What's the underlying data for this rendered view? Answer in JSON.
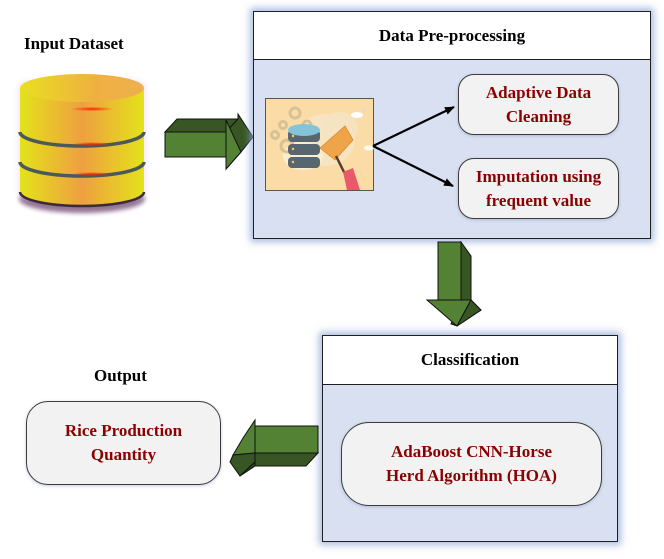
{
  "diagram": {
    "input": {
      "title": "Input Dataset",
      "icon": "database-icon"
    },
    "preprocessing": {
      "title": "Data Pre-processing",
      "illustration": "data-cleaning-illustration",
      "steps": [
        {
          "line1": "Adaptive Data",
          "line2": "Cleaning"
        },
        {
          "line1": "Imputation using",
          "line2": "frequent value"
        }
      ]
    },
    "classification": {
      "title": "Classification",
      "method": {
        "line1": "AdaBoost CNN-Horse",
        "line2": "Herd Algorithm (HOA)"
      }
    },
    "output": {
      "title": "Output",
      "result": {
        "line1": "Rice Production",
        "line2": "Quantity"
      }
    },
    "colors": {
      "node_text": "#8b0000",
      "panel_fill": "#d9e0f1",
      "panel_glow": "#8fa8d7",
      "arrow_face": "#548235",
      "arrow_dark": "#375623",
      "database_yellow": "#e8e010",
      "database_orange": "#eea040"
    },
    "flow": [
      "Input Dataset -> Data Pre-processing",
      "Data Pre-processing -> Classification",
      "Classification -> Output"
    ]
  }
}
